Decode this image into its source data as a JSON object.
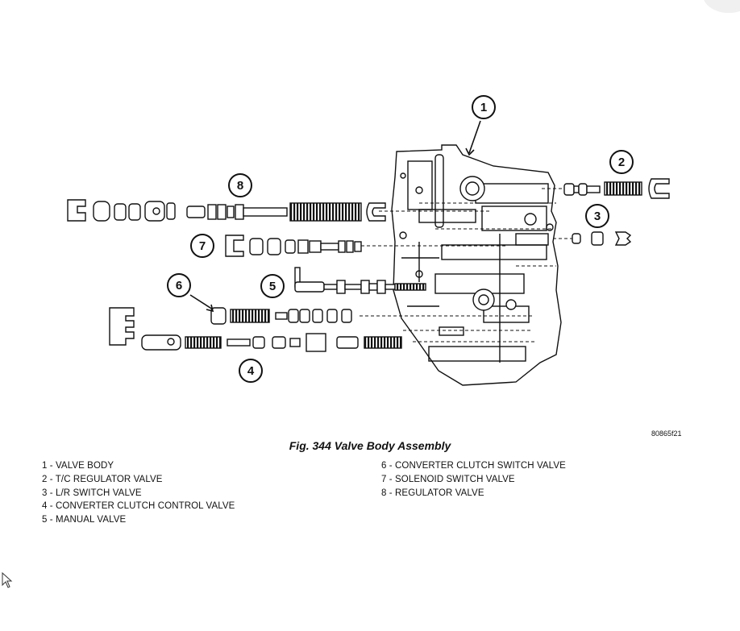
{
  "figure": {
    "caption": "Fig. 344 Valve Body Assembly",
    "figure_id": "80865f21"
  },
  "callouts": [
    "1",
    "2",
    "3",
    "4",
    "5",
    "6",
    "7",
    "8"
  ],
  "legend": {
    "left": [
      "1 - VALVE BODY",
      "2 - T/C REGULATOR VALVE",
      "3 - L/R SWITCH VALVE",
      "4 - CONVERTER CLUTCH CONTROL VALVE",
      "5 - MANUAL VALVE"
    ],
    "right": [
      "6 - CONVERTER CLUTCH SWITCH VALVE",
      "7 - SOLENOID SWITCH VALVE",
      "8 - REGULATOR VALVE"
    ]
  }
}
